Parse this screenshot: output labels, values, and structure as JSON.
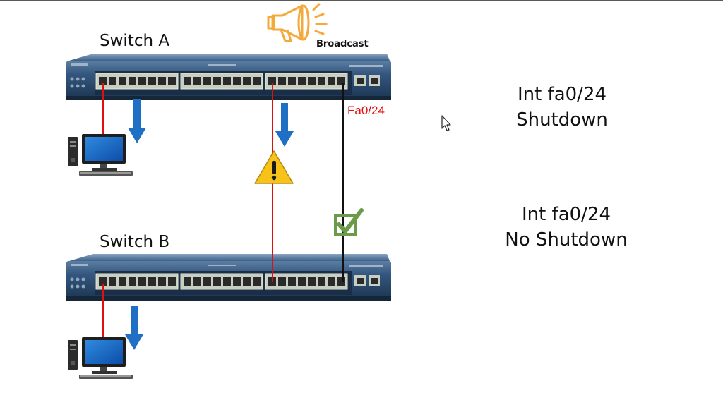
{
  "switch_a": {
    "label": "Switch A"
  },
  "switch_b": {
    "label": "Switch B"
  },
  "broadcast": {
    "label": "Broadcast",
    "icon": "megaphone-icon",
    "color": "#f4a93a"
  },
  "port": {
    "label": "Fa0/24",
    "color": "#e01010"
  },
  "commands": {
    "shutdown": [
      "Int fa0/24",
      "Shutdown"
    ],
    "no_shutdown": [
      "Int fa0/24",
      "No Shutdown"
    ]
  },
  "colors": {
    "switch_body": "#2c4a6e",
    "active_link": "#e01010",
    "blocked_link": "#111111",
    "arrow": "#1f6fc4",
    "warning": "#f7c21a",
    "check": "#6a9a4a"
  }
}
